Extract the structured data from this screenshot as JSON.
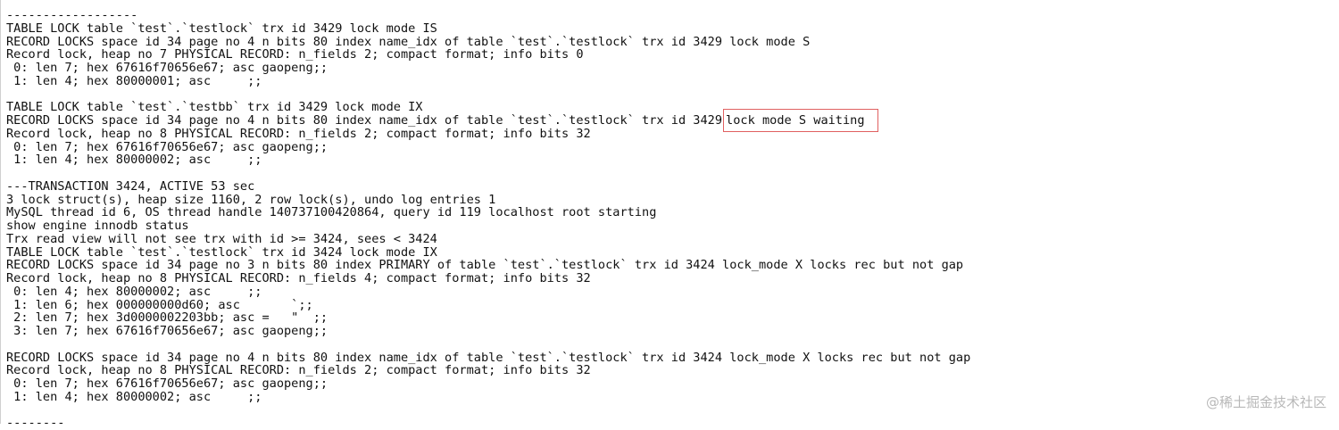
{
  "log": {
    "lines": [
      "------------------",
      "TABLE LOCK table `test`.`testlock` trx id 3429 lock mode IS",
      "RECORD LOCKS space id 34 page no 4 n bits 80 index name_idx of table `test`.`testlock` trx id 3429 lock mode S",
      "Record lock, heap no 7 PHYSICAL RECORD: n_fields 2; compact format; info bits 0",
      " 0: len 7; hex 67616f70656e67; asc gaopeng;;",
      " 1: len 4; hex 80000001; asc     ;;",
      "",
      "TABLE LOCK table `test`.`testbb` trx id 3429 lock mode IX",
      "RECORD LOCKS space id 34 page no 4 n bits 80 index name_idx of table `test`.`testlock` trx id 3429",
      "Record lock, heap no 8 PHYSICAL RECORD: n_fields 2; compact format; info bits 32",
      " 0: len 7; hex 67616f70656e67; asc gaopeng;;",
      " 1: len 4; hex 80000002; asc     ;;",
      "",
      "---TRANSACTION 3424, ACTIVE 53 sec",
      "3 lock struct(s), heap size 1160, 2 row lock(s), undo log entries 1",
      "MySQL thread id 6, OS thread handle 140737100420864, query id 119 localhost root starting",
      "show engine innodb status",
      "Trx read view will not see trx with id >= 3424, sees < 3424",
      "TABLE LOCK table `test`.`testlock` trx id 3424 lock mode IX",
      "RECORD LOCKS space id 34 page no 3 n bits 80 index PRIMARY of table `test`.`testlock` trx id 3424 lock_mode X locks rec but not gap",
      "Record lock, heap no 8 PHYSICAL RECORD: n_fields 4; compact format; info bits 32",
      " 0: len 4; hex 80000002; asc     ;;",
      " 1: len 6; hex 000000000d60; asc       `;;",
      " 2: len 7; hex 3d0000002203bb; asc =   \"  ;;",
      " 3: len 7; hex 67616f70656e67; asc gaopeng;;",
      "",
      "RECORD LOCKS space id 34 page no 4 n bits 80 index name_idx of table `test`.`testlock` trx id 3424 lock_mode X locks rec but not gap",
      "Record lock, heap no 8 PHYSICAL RECORD: n_fields 2; compact format; info bits 32",
      " 0: len 7; hex 67616f70656e67; asc gaopeng;;",
      " 1: len 4; hex 80000002; asc     ;;",
      "",
      "--------"
    ],
    "highlight_text": "lock mode S waiting"
  },
  "watermark": "@稀土掘金技术社区",
  "colors": {
    "text": "#111111",
    "highlight_border": "#e06060",
    "watermark": "#b8b8b8",
    "background": "#ffffff"
  }
}
